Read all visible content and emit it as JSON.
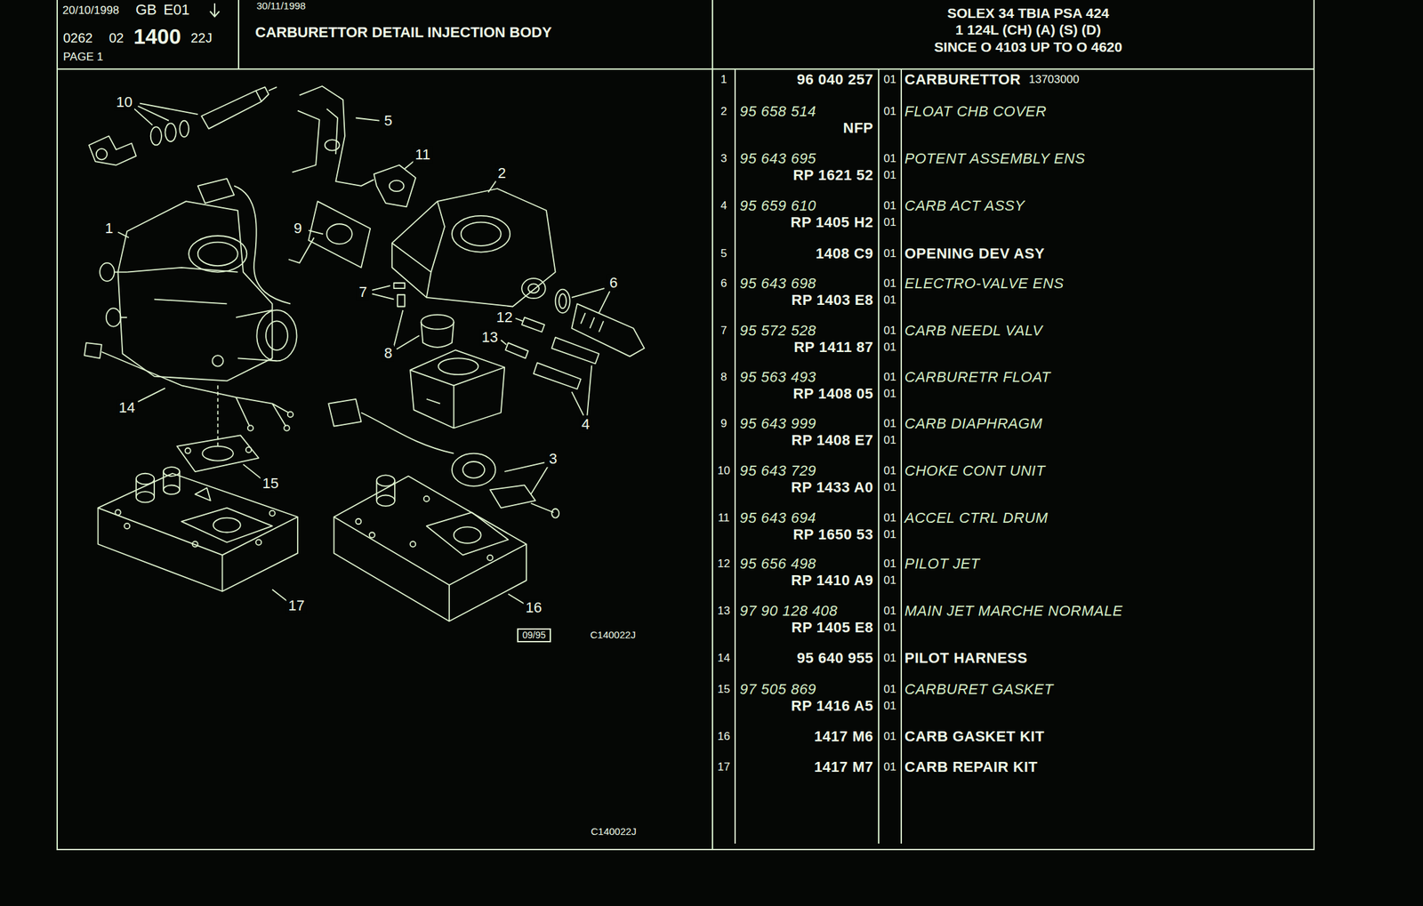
{
  "diagram": {
    "nodes": [
      {
        "text": [
          "20/10/1998",
          "GB",
          "E01",
          "0262",
          "02",
          "1400",
          "22J",
          "PAGE 1"
        ]
      },
      {
        "text": [
          "30/11/1998",
          "CARBURETTOR DETAIL INJECTION BODY"
        ]
      },
      {
        "text": [
          "SOLEX 34 TBIA PSA 424",
          "1 124L (CH) (A) (S) (D)",
          "SINCE O 4103 UP TO O 4620"
        ]
      },
      {
        "text": [
          "09/95"
        ]
      }
    ],
    "labels": [
      "10",
      "5",
      "11",
      "2",
      "1",
      "9",
      "7",
      "6",
      "12",
      "8",
      "13",
      "4",
      "14",
      "3",
      "15",
      "17",
      "16",
      "C140022J",
      "C140022J",
      "1",
      "96 040 257",
      "01",
      "CARBURETTOR",
      "13703000",
      "2",
      "95 658 514",
      "NFP",
      "01",
      "FLOAT CHB COVER",
      "3",
      "95 643 695",
      "RP 1621 52",
      "01",
      "01",
      "POTENT ASSEMBLY ENS",
      "4",
      "95 659 610",
      "RP 1405 H2",
      "01",
      "01",
      "CARB ACT ASSY",
      "5",
      "1408 C9",
      "01",
      "OPENING DEV ASY",
      "6",
      "95 643 698",
      "RP 1403 E8",
      "01",
      "01",
      "ELECTRO-VALVE ENS",
      "7",
      "95 572 528",
      "RP 1411 87",
      "01",
      "01",
      "CARB NEEDL VALV",
      "8",
      "95 563 493",
      "RP 1408 05",
      "01",
      "01",
      "CARBURETR FLOAT",
      "9",
      "95 643 999",
      "RP 1408 E7",
      "01",
      "01",
      "CARB DIAPHRAGM",
      "10",
      "95 643 729",
      "RP 1433 A0",
      "01",
      "01",
      "CHOKE CONT UNIT",
      "11",
      "95 643 694",
      "RP 1650 53",
      "01",
      "01",
      "ACCEL CTRL DRUM",
      "12",
      "95 656 498",
      "RP 1410 A9",
      "01",
      "01",
      "PILOT JET",
      "13",
      "97 90 128 408",
      "RP 1405 E8",
      "01",
      "01",
      "MAIN JET MARCHE NORMALE",
      "14",
      "95 640 955",
      "01",
      "PILOT HARNESS",
      "15",
      "97 505 869",
      "RP 1416 A5",
      "01",
      "01",
      "CARBURET GASKET",
      "16",
      "1417 M6",
      "01",
      "CARB GASKET KIT",
      "17",
      "1417 M7",
      "01",
      "CARB REPAIR KIT"
    ]
  }
}
